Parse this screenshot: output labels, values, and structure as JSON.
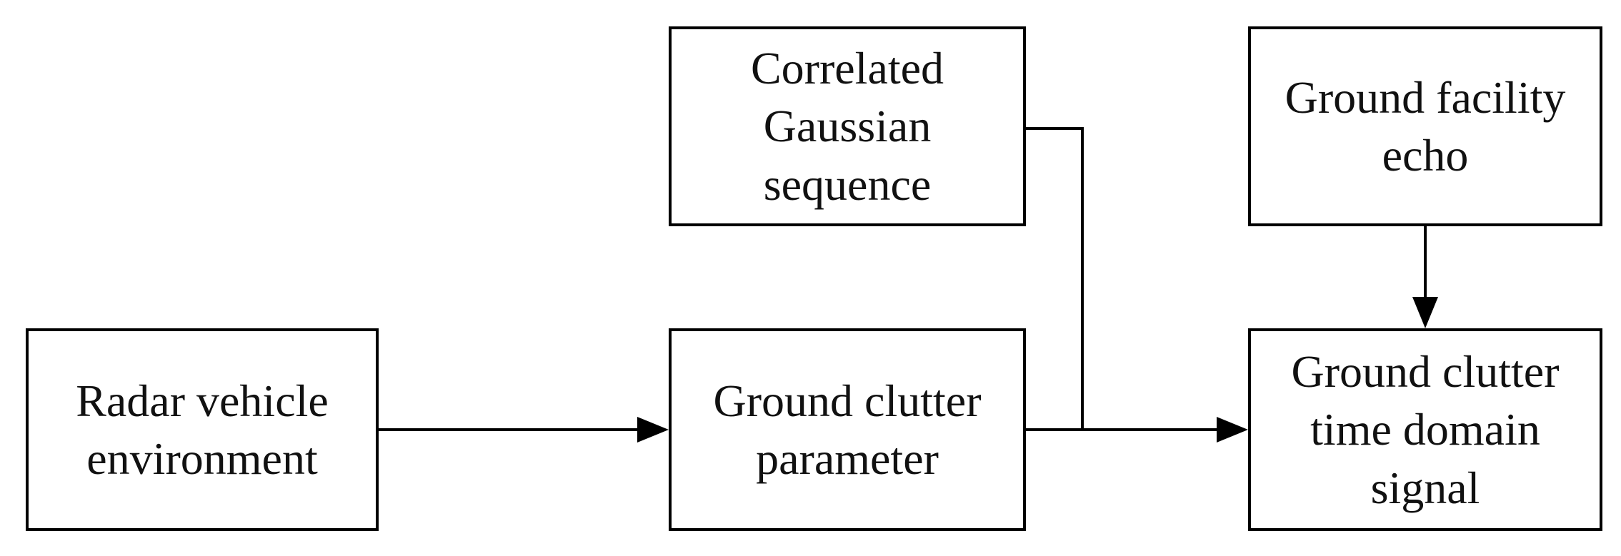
{
  "diagram": {
    "nodes": {
      "radar_vehicle_environment": "Radar vehicle\nenvironment",
      "ground_clutter_parameter": "Ground clutter\nparameter",
      "correlated_gaussian_sequence": "Correlated\nGaussian\nsequence",
      "ground_facility_echo": "Ground facility\necho",
      "ground_clutter_time_domain_signal": "Ground clutter\ntime domain\nsignal"
    },
    "edges": [
      {
        "from": "radar_vehicle_environment",
        "to": "ground_clutter_parameter"
      },
      {
        "from": "ground_clutter_parameter",
        "to": "ground_clutter_time_domain_signal"
      },
      {
        "from": "correlated_gaussian_sequence",
        "to": "ground_clutter_time_domain_signal"
      },
      {
        "from": "ground_facility_echo",
        "to": "ground_clutter_time_domain_signal"
      }
    ]
  }
}
